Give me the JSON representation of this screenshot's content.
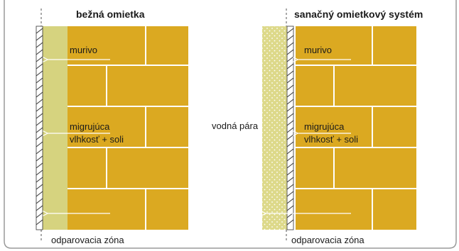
{
  "colors": {
    "brick": "#dba921",
    "mortar": "#ffffff",
    "plaster_zone": "#d6d37f",
    "sanation_plaster": "#ddd98a",
    "frame": "#9a9a9a",
    "text": "#1a1a1a"
  },
  "left_panel": {
    "title": "bežná omietka",
    "label_masonry": "murivo",
    "label_moisture_line1": "migrujúca",
    "label_moisture_line2": "vlhkosť + soli",
    "label_zone": "odparovacia zóna"
  },
  "right_panel": {
    "title": "sanačný omietkový systém",
    "label_masonry": "murivo",
    "label_moisture_line1": "migrujúca",
    "label_moisture_line2": "vlhkosť + soli",
    "label_vapor": "vodná pára",
    "label_zone": "odparovacia zóna"
  }
}
